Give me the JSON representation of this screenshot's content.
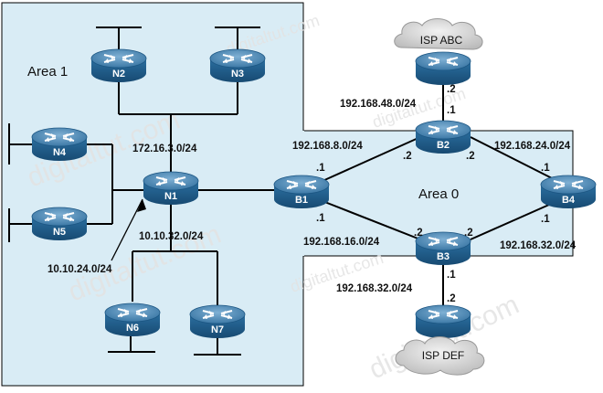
{
  "areas": {
    "area1": "Area 1",
    "area0": "Area 0"
  },
  "routers": {
    "n1": "N1",
    "n2": "N2",
    "n3": "N3",
    "n4": "N4",
    "n5": "N5",
    "n6": "N6",
    "n7": "N7",
    "b1": "B1",
    "b2": "B2",
    "b3": "B3",
    "b4": "B4"
  },
  "clouds": {
    "isp_abc": "ISP ABC",
    "isp_def": "ISP DEF"
  },
  "subnets": {
    "n1_top": "172.16.3.0/24",
    "n1_bottom": "10.10.32.0/24",
    "n1_arrow": "10.10.24.0/24",
    "b1_b2": "192.168.8.0/24",
    "b1_b3": "192.168.16.0/24",
    "b2_b4": "192.168.24.0/24",
    "b3_b4": "192.168.32.0/24",
    "b2_isp": "192.168.48.0/24",
    "b3_isp": "192.168.32.0/24"
  },
  "ifaces": {
    "b1_to_b2": ".1",
    "b1_to_b3": ".1",
    "b2_to_b1": ".2",
    "b2_to_b4": ".2",
    "b2_to_isp": ".1",
    "isp_abc_if": ".2",
    "b4_to_b2": ".1",
    "b4_to_b3": ".1",
    "b3_to_b1": ".2",
    "b3_to_b4": ".2",
    "b3_to_isp": ".1",
    "isp_def_if": ".2"
  },
  "watermark": "digitaltut.com",
  "colors": {
    "area_fill": "#d9ecf5",
    "router_top": "#5a8fb6",
    "router_side": "#1f5f8f"
  }
}
